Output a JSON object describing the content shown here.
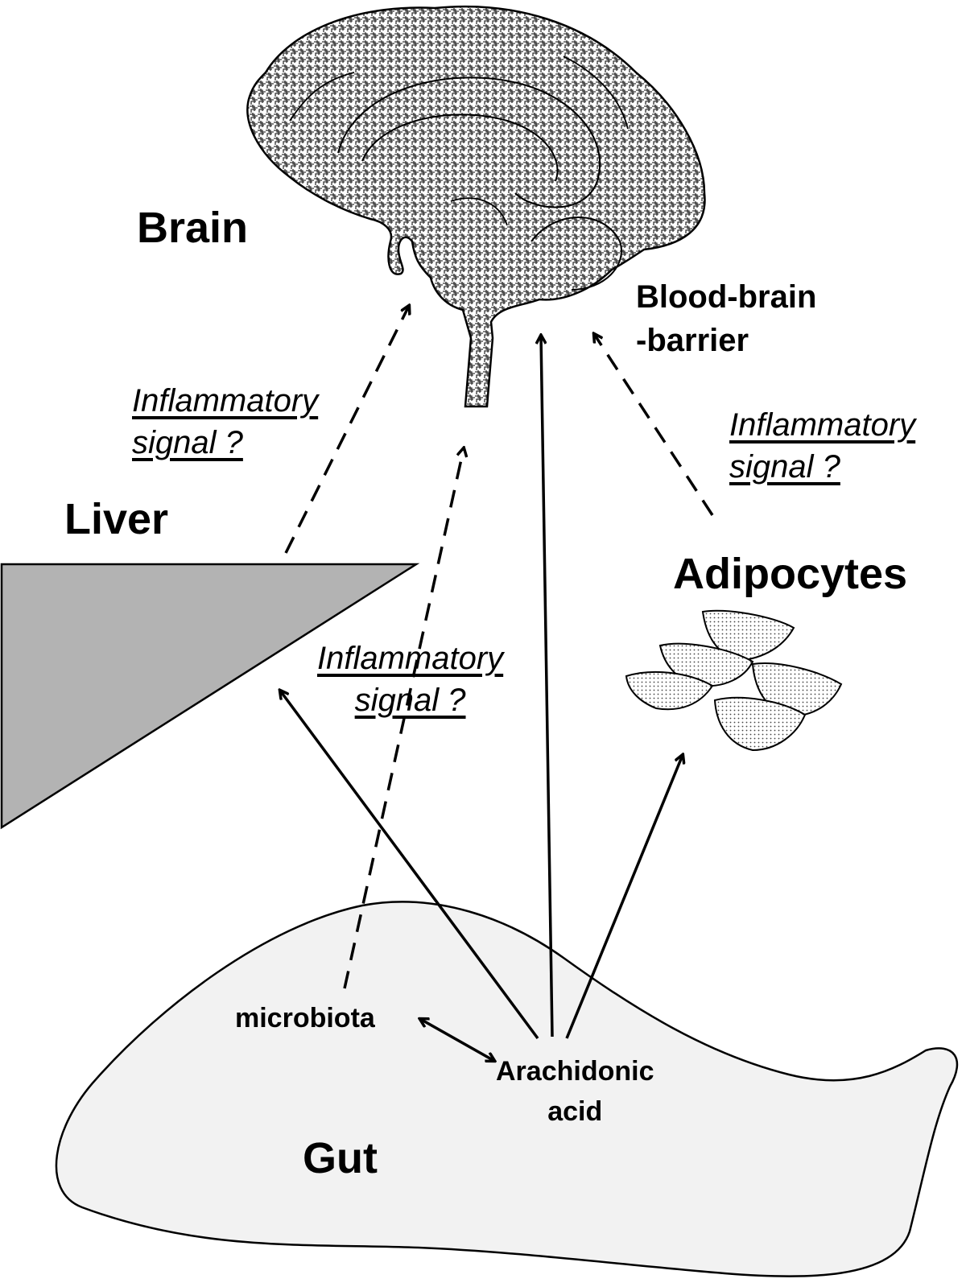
{
  "organs": {
    "brain": "Brain",
    "liver": "Liver",
    "adipocytes": "Adipocytes",
    "gut": "Gut"
  },
  "barrier": {
    "line1": "Blood-brain",
    "line2": "-barrier"
  },
  "signals": {
    "liver_signal": {
      "line1": "Inflammatory",
      "line2": "signal ?"
    },
    "gut_signal": {
      "line1": "Inflammatory",
      "line2": "signal ?"
    },
    "adipocyte_signal": {
      "line1": "Inflammatory",
      "line2": "signal ?"
    }
  },
  "gut_labels": {
    "microbiota": "microbiota",
    "arachidonic_line1": "Arachidonic",
    "arachidonic_line2": "acid"
  },
  "colors": {
    "liver_fill": "#b3b3b3",
    "gut_fill": "#f2f2f2",
    "brain_fill": "#9a9a9a",
    "stroke": "#000000"
  }
}
